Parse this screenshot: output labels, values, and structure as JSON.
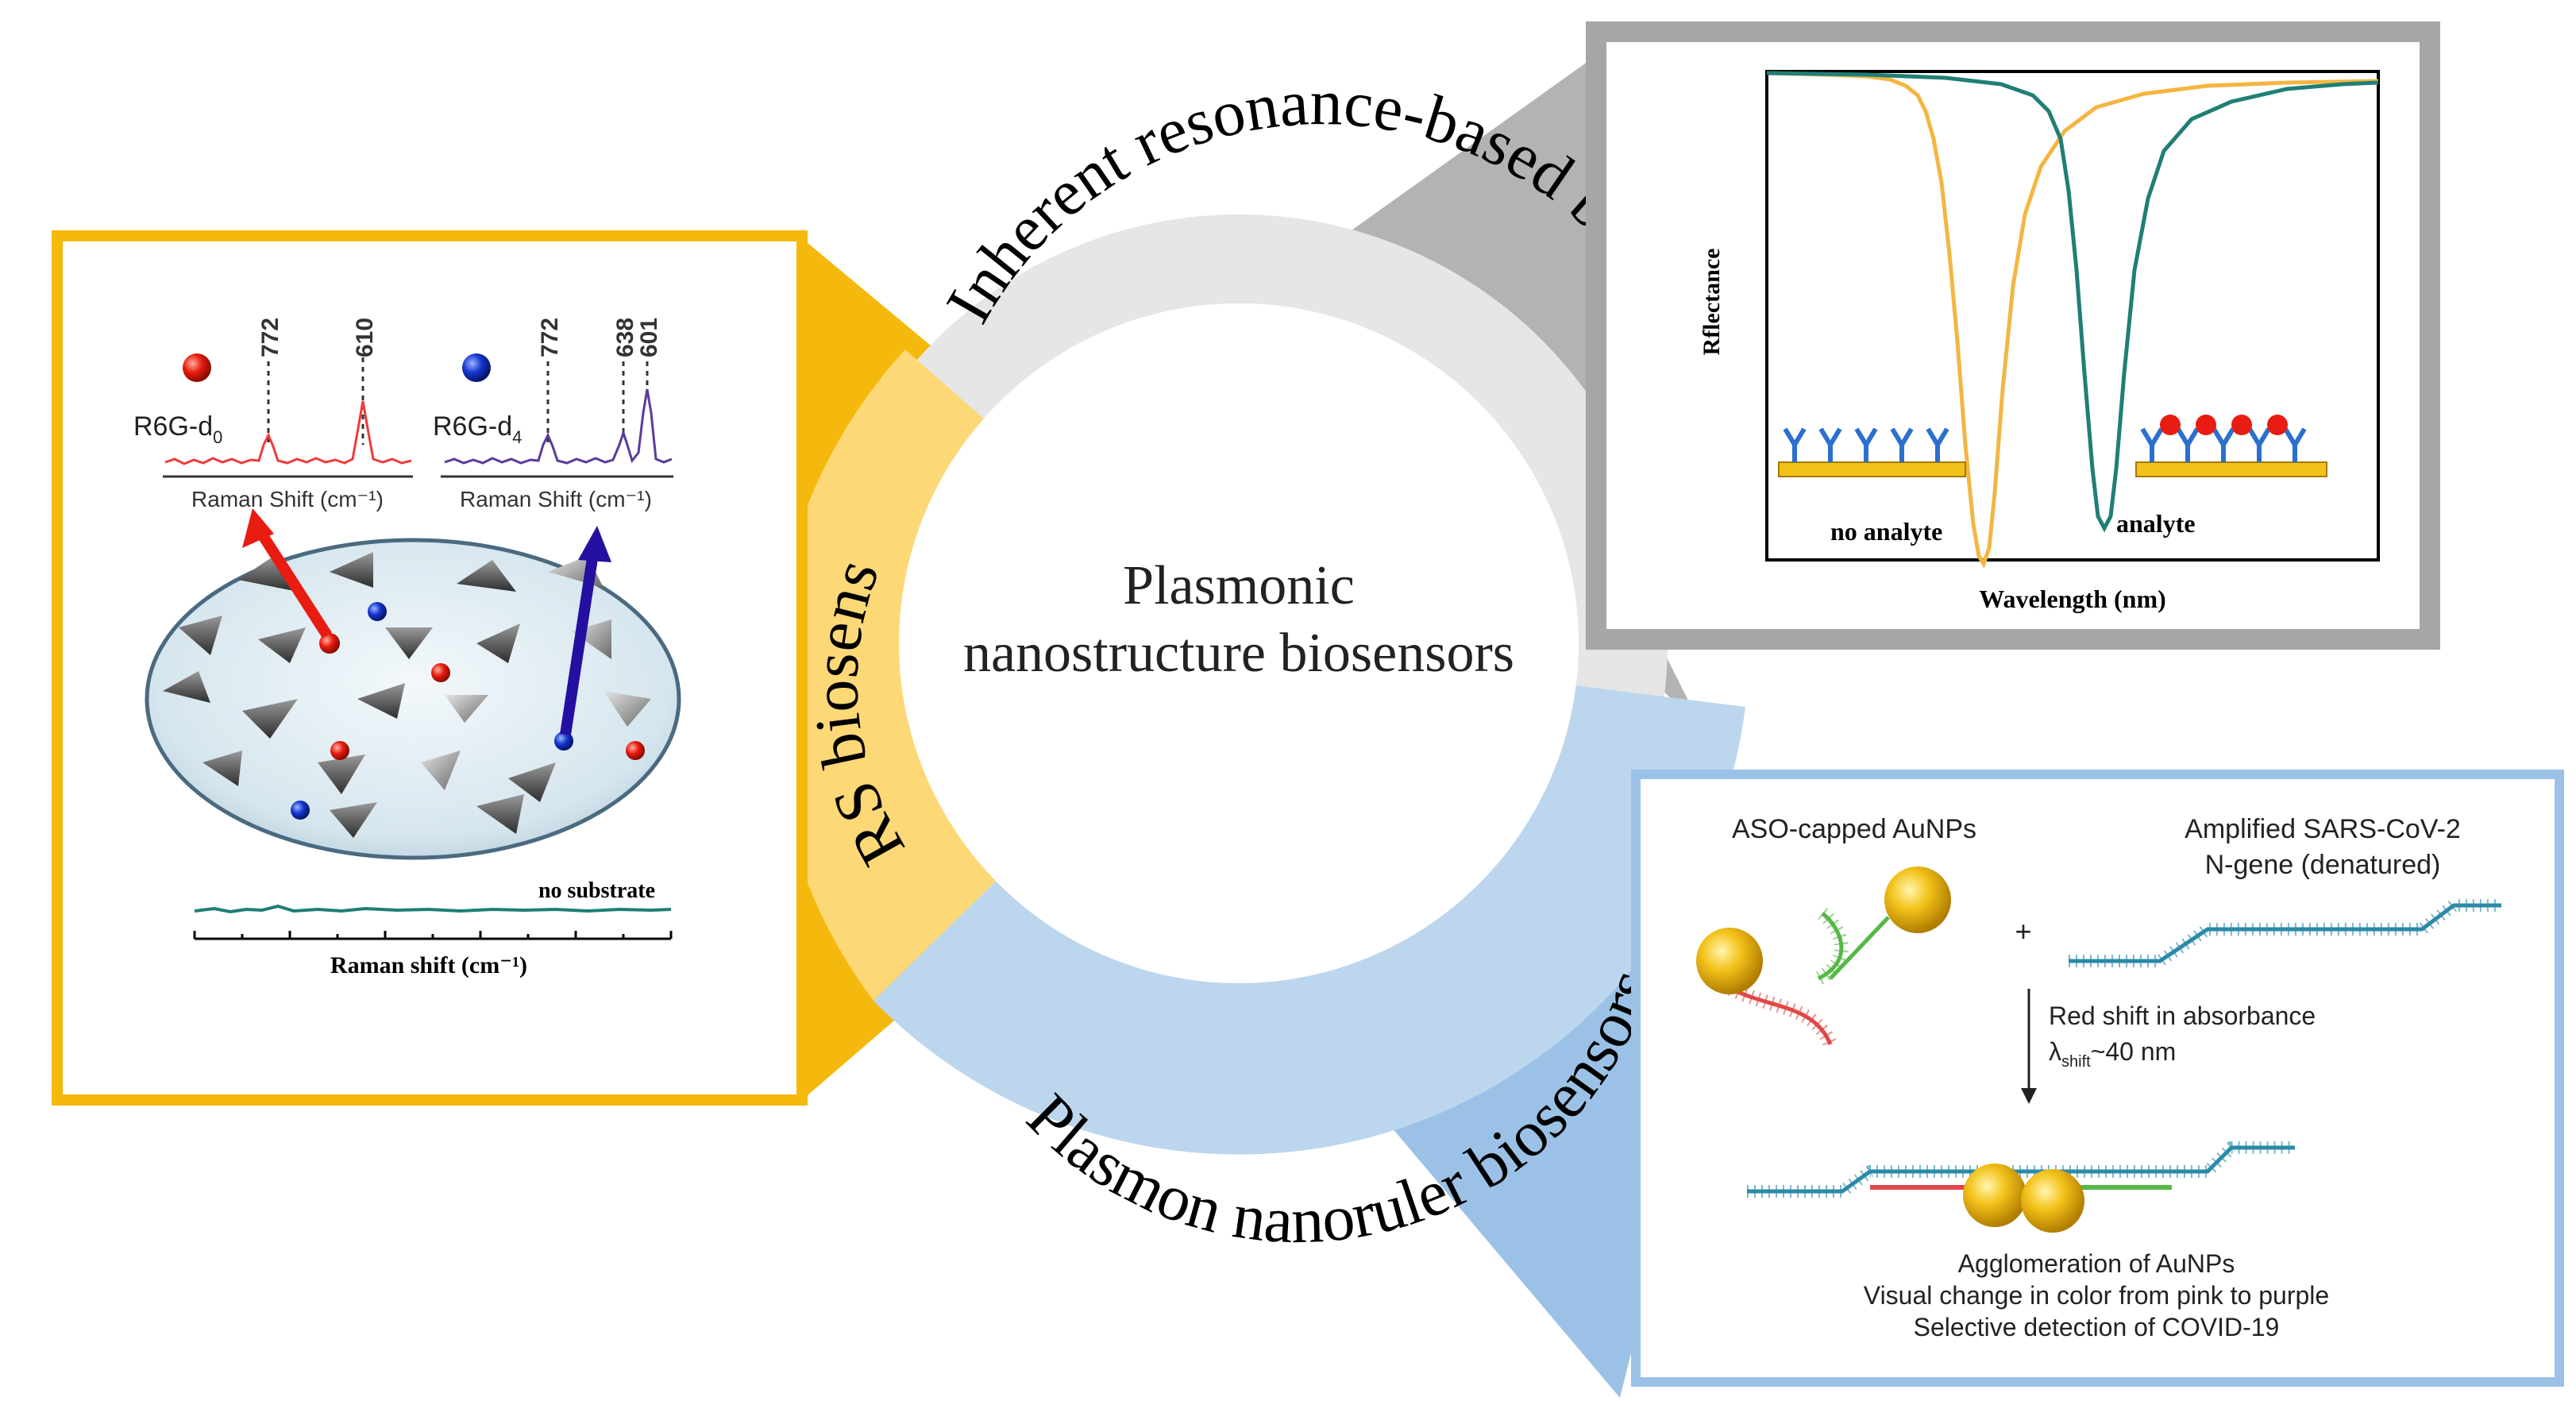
{
  "center": {
    "line1": "Plasmonic",
    "line2": "nanostructure biosensors"
  },
  "ring": {
    "sers_label": "SERS biosensors",
    "inherent_label": "Inherent resonance-based biosensors",
    "nanoruler_label": "Plasmon nanoruler biosensors"
  },
  "colors": {
    "sers_frame": "#f5b90d",
    "sers_segment": "#fdd877",
    "inherent_frame": "#a6a6a6",
    "inherent_segment": "#e6e6e6",
    "nanoruler_frame": "#9bc2e6",
    "nanoruler_segment": "#bcd6ee",
    "teal": "#1f7f76",
    "gold": "#f4b642",
    "red": "#e63b3b",
    "purple": "#5a3b9c"
  },
  "sers_panel": {
    "spec1_label": "R6G-d",
    "spec1_sub": "0",
    "spec2_label": "R6G-d",
    "spec2_sub": "4",
    "peaks1": [
      "772",
      "610"
    ],
    "peaks2": [
      "772",
      "638",
      "601"
    ],
    "xlabel1": "Raman Shift (cm⁻¹)",
    "xlabel2": "Raman Shift (cm⁻¹)",
    "no_substrate": "no substrate",
    "bottom_xlabel": "Raman shift (cm⁻¹)"
  },
  "reflectance_panel": {
    "ylabel": "Rflectance",
    "xlabel": "Wavelength (nm)",
    "label_no_analyte": "no analyte",
    "label_analyte": "analyte"
  },
  "nanoruler_panel": {
    "aso_label": "ASO-capped AuNPs",
    "gene_label_1": "Amplified SARS-CoV-2",
    "gene_label_2": "N-gene (denatured)",
    "plus": "+",
    "shift_1": "Red shift in absorbance",
    "shift_2_prefix": "λ",
    "shift_2_sub": "shift",
    "shift_2_suffix": "~40 nm",
    "result_1": "Agglomeration of AuNPs",
    "result_2": "Visual change in color from pink to purple",
    "result_3": "Selective detection of COVID-19"
  }
}
